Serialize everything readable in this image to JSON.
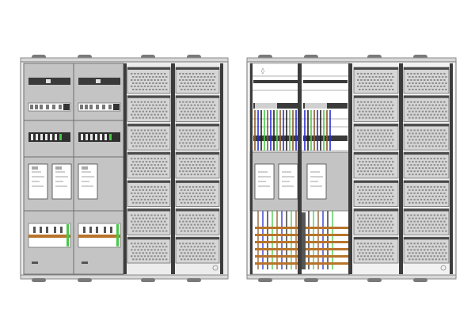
{
  "figure": {
    "views": [
      {
        "id": "front",
        "description": "cabinet-front-with-covers"
      },
      {
        "id": "inside",
        "description": "cabinet-interior-wired"
      }
    ],
    "colors": {
      "frame": "#8a8a8a",
      "panel": "#c8c8c8",
      "panel_dark": "#b4b4b4",
      "rail": "#3c3c3c",
      "vent": "#9a9a9a",
      "wire_blue": "#2b2bd0",
      "wire_brown": "#8b5a2b",
      "wire_green": "#48c848",
      "wire_black": "#202020",
      "busbar": "#b8742a",
      "background": "#ffffff"
    },
    "front_view": {
      "left_field_rows": 4,
      "vent_columns": 2,
      "vent_rows": 7,
      "meter_count": 3
    },
    "inside_view": {
      "vent_columns": 2,
      "vent_rows": 7,
      "meter_count": 3,
      "busbar_count": 6
    }
  }
}
